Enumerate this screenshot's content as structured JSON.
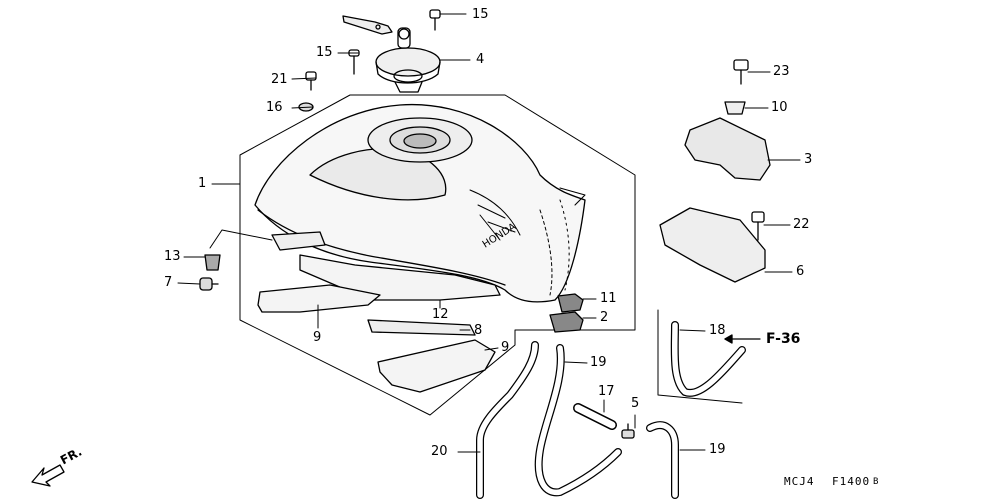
{
  "callouts": [
    "15",
    "15",
    "4",
    "21",
    "16",
    "1",
    "13",
    "7",
    "9",
    "12",
    "8",
    "9",
    "23",
    "10",
    "3",
    "22",
    "6",
    "11",
    "2",
    "18",
    "19",
    "17",
    "5",
    "20",
    "19"
  ],
  "ref_label": "F-36",
  "direction_label": "FR.",
  "footer": {
    "model": "MCJ4",
    "figure": "F1400",
    "suffix": "B"
  },
  "colors": {
    "line": "#000000",
    "background": "#ffffff"
  }
}
